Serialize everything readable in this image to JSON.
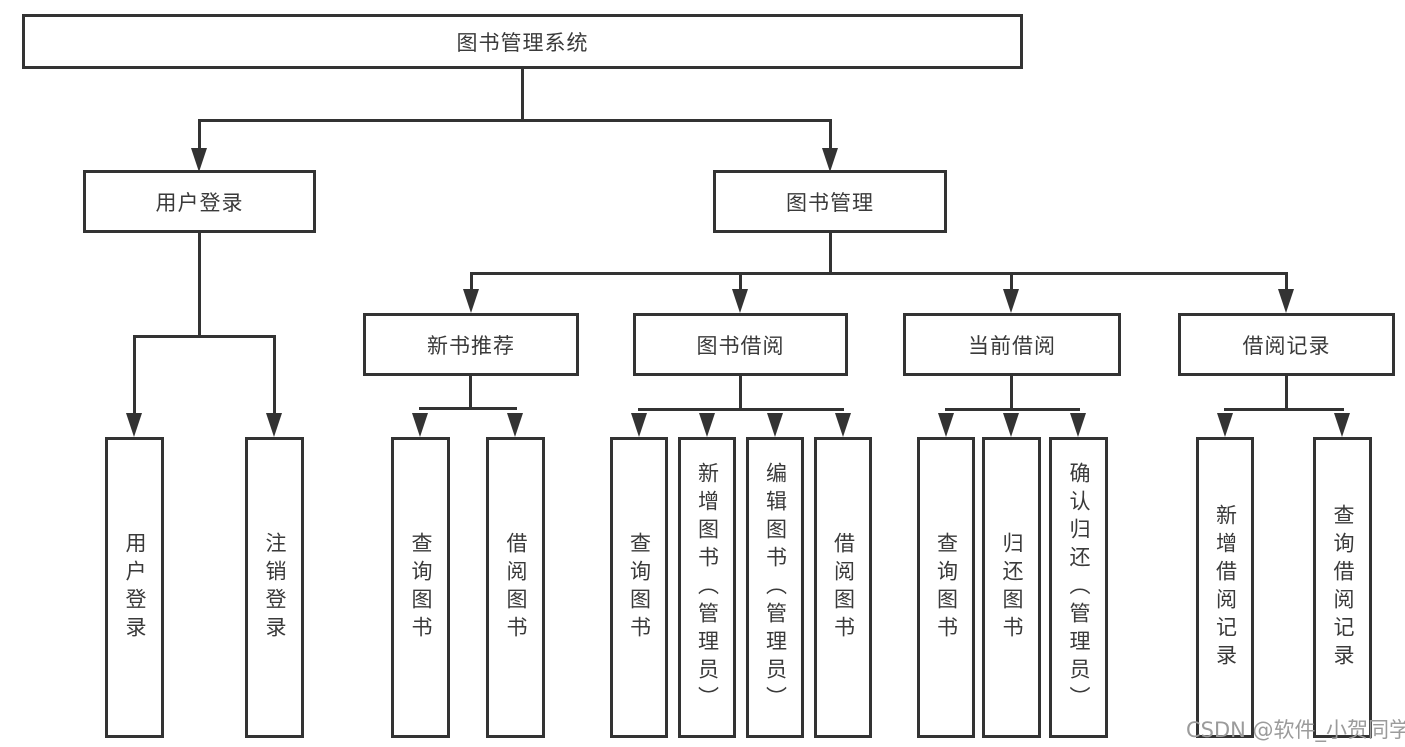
{
  "diagram_type": "org-chart",
  "colors": {
    "line": "#333333",
    "text": "#3a3a3a",
    "background": "#ffffff",
    "watermark": "#9b9b9b"
  },
  "tree": {
    "label": "图书管理系统",
    "children": [
      {
        "label": "用户登录",
        "children": [
          {
            "label": "用户登录"
          },
          {
            "label": "注销登录"
          }
        ]
      },
      {
        "label": "图书管理",
        "children": [
          {
            "label": "新书推荐",
            "children": [
              {
                "label": "查询图书"
              },
              {
                "label": "借阅图书"
              }
            ]
          },
          {
            "label": "图书借阅",
            "children": [
              {
                "label": "查询图书"
              },
              {
                "label": "新增图书（管理员）"
              },
              {
                "label": "编辑图书（管理员）"
              },
              {
                "label": "借阅图书"
              }
            ]
          },
          {
            "label": "当前借阅",
            "children": [
              {
                "label": "查询图书"
              },
              {
                "label": "归还图书"
              },
              {
                "label": "确认归还（管理员）"
              }
            ]
          },
          {
            "label": "借阅记录",
            "children": [
              {
                "label": "新增借阅记录"
              },
              {
                "label": "查询借阅记录"
              }
            ]
          }
        ]
      }
    ]
  },
  "watermark": {
    "text": "CSDN @软件_小贺同学"
  }
}
